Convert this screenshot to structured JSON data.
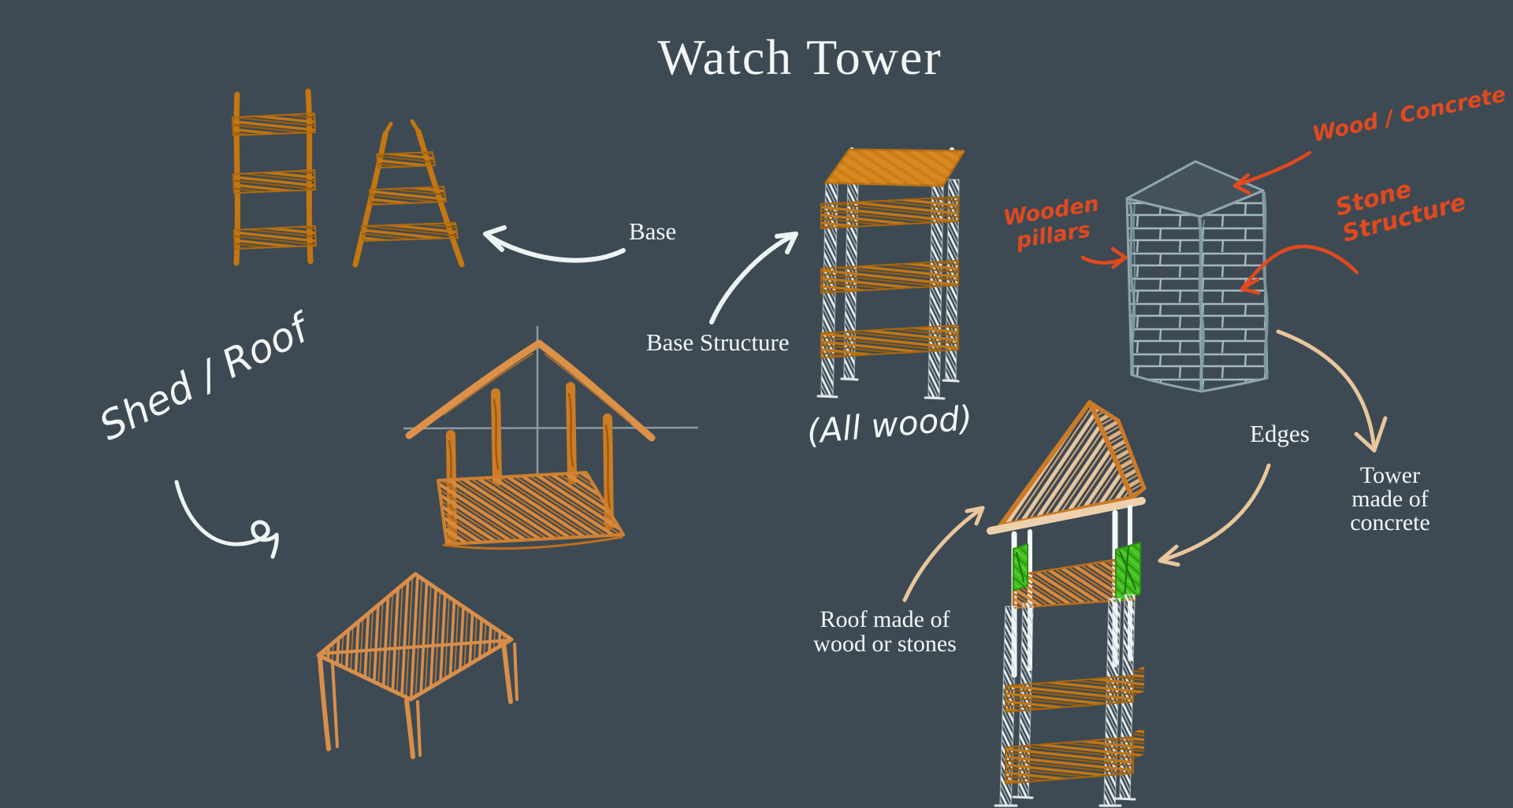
{
  "title": "Watch Tower",
  "labels": {
    "shed_roof": "Shed / Roof",
    "base": "Base",
    "base_structure": "Base Structure",
    "all_wood": "(All wood)",
    "wood_concrete": "Wood / Concrete",
    "stone_structure": "Stone Structure",
    "wooden_pillars": "Wooden pillars",
    "edges": "Edges",
    "tower_concrete": "Tower made of concrete",
    "roof_material": "Roof made of wood or stones"
  },
  "colors": {
    "background": "#3d4a54",
    "label_text": "#f3f6f6",
    "annotation_red": "#e2491e",
    "arrow_white": "#eef3f4",
    "arrow_tan": "#e9c69b",
    "wood_orange": "#c4760f",
    "wood_orange_light": "#d98e4a",
    "roof_tan": "#e6c69e",
    "stone_gray": "#a4b9c0",
    "pillar_white": "#eaf0f1",
    "edge_green": "#3fbe1e"
  },
  "sketches": [
    "straight-ladder",
    "a-frame-ladder",
    "shed-frame",
    "wooden-table",
    "base-structure-shelf",
    "stone-tower",
    "watch-tower"
  ]
}
